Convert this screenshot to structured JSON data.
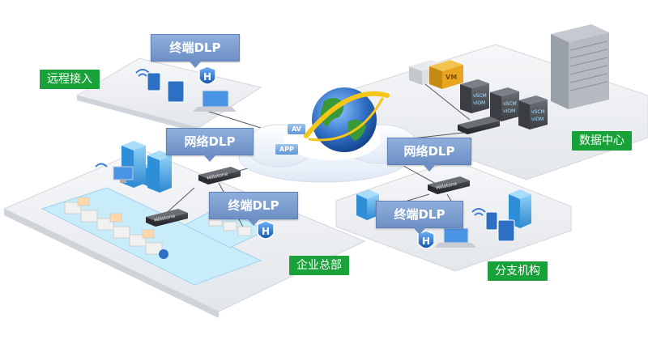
{
  "labels": {
    "remote_access": "远程接入",
    "headquarters": "企业总部",
    "branch": "分支机构",
    "data_center": "数据中心"
  },
  "callouts": {
    "endpoint_dlp_remote": "终端DLP",
    "network_dlp_hq": "网络DLP",
    "endpoint_dlp_hq": "终端DLP",
    "network_dlp_branch": "网络DLP",
    "endpoint_dlp_branch": "终端DLP"
  },
  "cloud": {
    "av_label": "AV",
    "app_label": "APP"
  },
  "devices": {
    "firewall_brand": "Hillstone",
    "vm_label": "VM",
    "vscm_label": "vSCM",
    "viom_label": "vIOM",
    "shield_letter": "H"
  },
  "colors": {
    "green": "#1aa23a",
    "callout_blue": "#6d8fc4",
    "platform": "#eef0f3",
    "cyan_floor": "#c9ecfa",
    "globe_blue": "#2f6fc4",
    "globe_green": "#3a9a3a",
    "ring_yellow": "#f5c518"
  }
}
